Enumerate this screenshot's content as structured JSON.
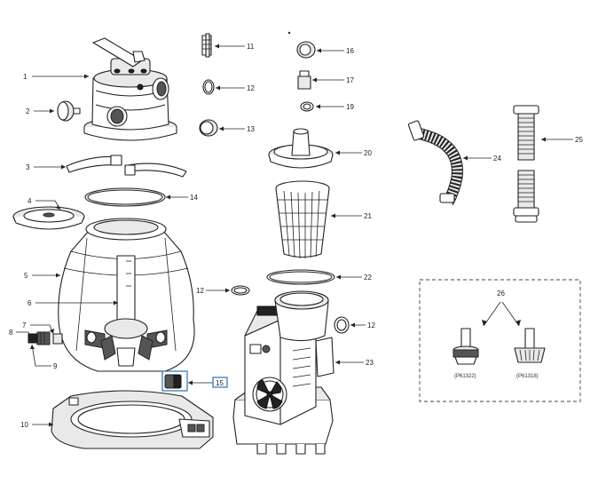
{
  "callouts": {
    "c1": "1",
    "c2": "2",
    "c3": "3",
    "c4": "4",
    "c5": "5",
    "c6": "6",
    "c7": "7",
    "c8": "8",
    "c9": "9",
    "c10": "10",
    "c11": "11",
    "c12a": "12",
    "c12b": "12",
    "c12c": "12",
    "c13": "13",
    "c14": "14",
    "c15": "15",
    "c16": "16",
    "c17": "17",
    "c19": "19",
    "c20": "20",
    "c21": "21",
    "c22": "22",
    "c23": "23",
    "c24": "24",
    "c25": "25",
    "c26": "26"
  },
  "codes": {
    "left": "(P61322)",
    "right": "(P61318)"
  },
  "colors": {
    "lines": "#222222",
    "highlight": "#2a6fb3"
  }
}
